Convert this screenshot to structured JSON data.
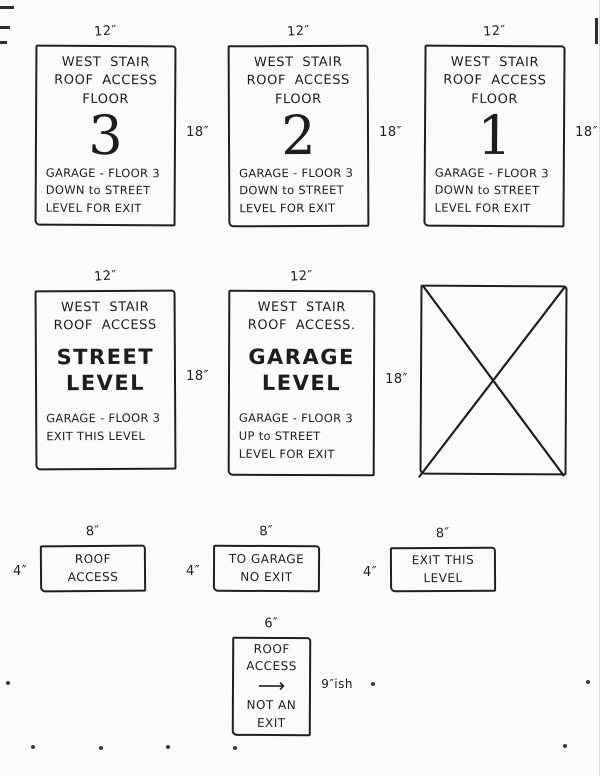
{
  "page": {
    "background": "#fbfbf9",
    "ink": "#1d1d1d"
  },
  "row1": [
    {
      "dim_w": "12″",
      "dim_h": "18″",
      "l1": "WEST STAIR",
      "l2": "ROOF ACCESS",
      "l3": "FLOOR",
      "num": "3",
      "f1": "GARAGE - FLOOR 3",
      "f2": "DOWN to STREET",
      "f3": "LEVEL FOR EXIT"
    },
    {
      "dim_w": "12″",
      "dim_h": "18″",
      "l1": "WEST STAIR",
      "l2": "ROOF ACCESS",
      "l3": "FLOOR",
      "num": "2",
      "f1": "GARAGE - FLOOR 3",
      "f2": "DOWN to STREET",
      "f3": "LEVEL FOR EXIT"
    },
    {
      "dim_w": "12″",
      "dim_h": "18″",
      "l1": "WEST STAIR",
      "l2": "ROOF ACCESS",
      "l3": "FLOOR",
      "num": "1",
      "f1": "GARAGE - FLOOR 3",
      "f2": "DOWN to STREET",
      "f3": "LEVEL FOR EXIT"
    }
  ],
  "street": {
    "dim_w": "12″",
    "dim_h": "18″",
    "l1": "WEST STAIR",
    "l2": "ROOF ACCESS",
    "m1": "STREET",
    "m2": "LEVEL",
    "f1": "GARAGE - FLOOR 3",
    "f2": "EXIT THIS LEVEL"
  },
  "garage": {
    "dim_w": "12″",
    "dim_h": "18″",
    "l1": "WEST STAIR",
    "l2": "ROOF ACCESS.",
    "m1": "GARAGE",
    "m2": "LEVEL",
    "f1": "GARAGE - FLOOR 3",
    "f2": "UP to STREET",
    "f3": "LEVEL FOR EXIT"
  },
  "small": [
    {
      "dim_w": "8″",
      "dim_h": "4″",
      "l1": "ROOF",
      "l2": "ACCESS"
    },
    {
      "dim_w": "8″",
      "dim_h": "4″",
      "l1": "TO GARAGE",
      "l2": "NO EXIT"
    },
    {
      "dim_w": "8″",
      "dim_h": "4″",
      "l1": "EXIT THIS",
      "l2": "LEVEL"
    }
  ],
  "arrow_sign": {
    "dim_w": "6″",
    "dim_h": "9″ish",
    "l1": "ROOF",
    "l2": "ACCESS",
    "arrow": "⟶",
    "l3": "NOT AN",
    "l4": "EXIT"
  }
}
